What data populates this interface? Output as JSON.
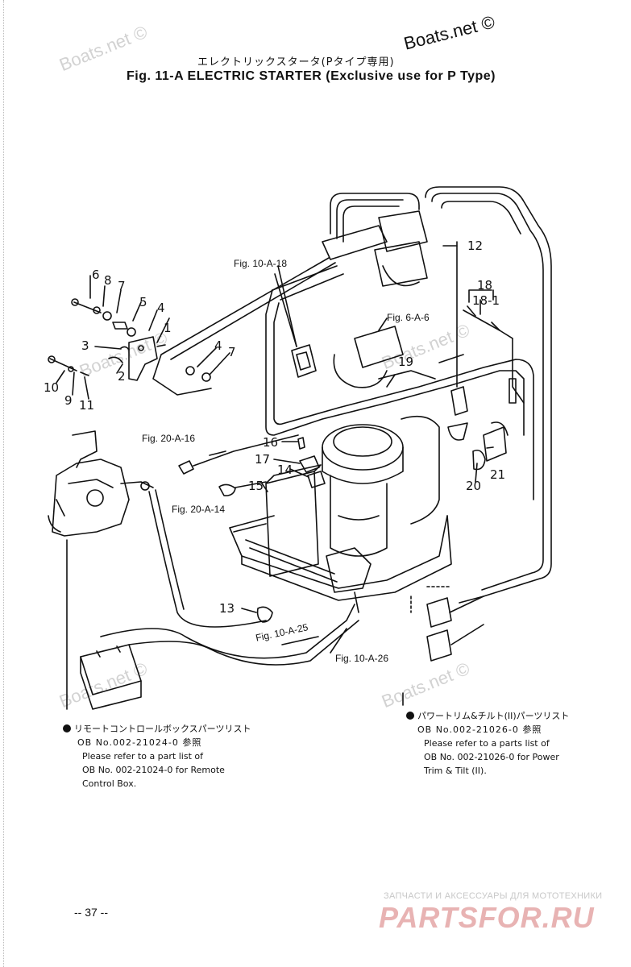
{
  "watermarks": {
    "top": "Boats.net ©",
    "repeat": "Boats.net ©"
  },
  "header": {
    "jp_title": "エレクトリックスタータ(Pタイプ専用)",
    "title": "Fig. 11-A   ELECTRIC STARTER (Exclusive use for P Type)"
  },
  "labels": {
    "n1": "1",
    "n2": "2",
    "n3": "3",
    "n4a": "4",
    "n4b": "4",
    "n5": "5",
    "n6": "6",
    "n7a": "7",
    "n7b": "7",
    "n8": "8",
    "n9": "9",
    "n10": "10",
    "n11": "11",
    "n12": "12",
    "n13": "13",
    "n14": "14",
    "n15": "15",
    "n16": "16",
    "n17": "17",
    "n18": "18",
    "n18_1": "18-1",
    "n19": "19",
    "n20": "20",
    "n21": "21"
  },
  "refs": {
    "fig10a18": "Fig. 10-A-18",
    "fig6a6": "Fig. 6-A-6",
    "fig20a16": "Fig. 20-A-16",
    "fig20a14": "Fig. 20-A-14",
    "fig10a25": "Fig. 10-A-25",
    "fig10a26": "Fig. 10-A-26"
  },
  "notes": {
    "left": {
      "jp": "リモートコントロールボックスパーツリスト",
      "line1": "OB No.002-21024-0 参照",
      "line2": "Please refer to a part list of",
      "line3": "OB No. 002-21024-0 for Remote",
      "line4": "Control Box."
    },
    "right": {
      "jp": "パワートリム&チルト(II)パーツリスト",
      "line1": "OB No.002-21026-0 参照",
      "line2": "Please refer to a parts list of",
      "line3": "OB No. 002-21026-0 for Power",
      "line4": "Trim & Tilt (II)."
    }
  },
  "footer": {
    "page": "-- 37 --",
    "brand_sub": "ЗАПЧАСТИ И АКСЕССУАРЫ ДЛЯ МОТОТЕХНИКИ",
    "brand": "PARTSFOR.RU"
  }
}
